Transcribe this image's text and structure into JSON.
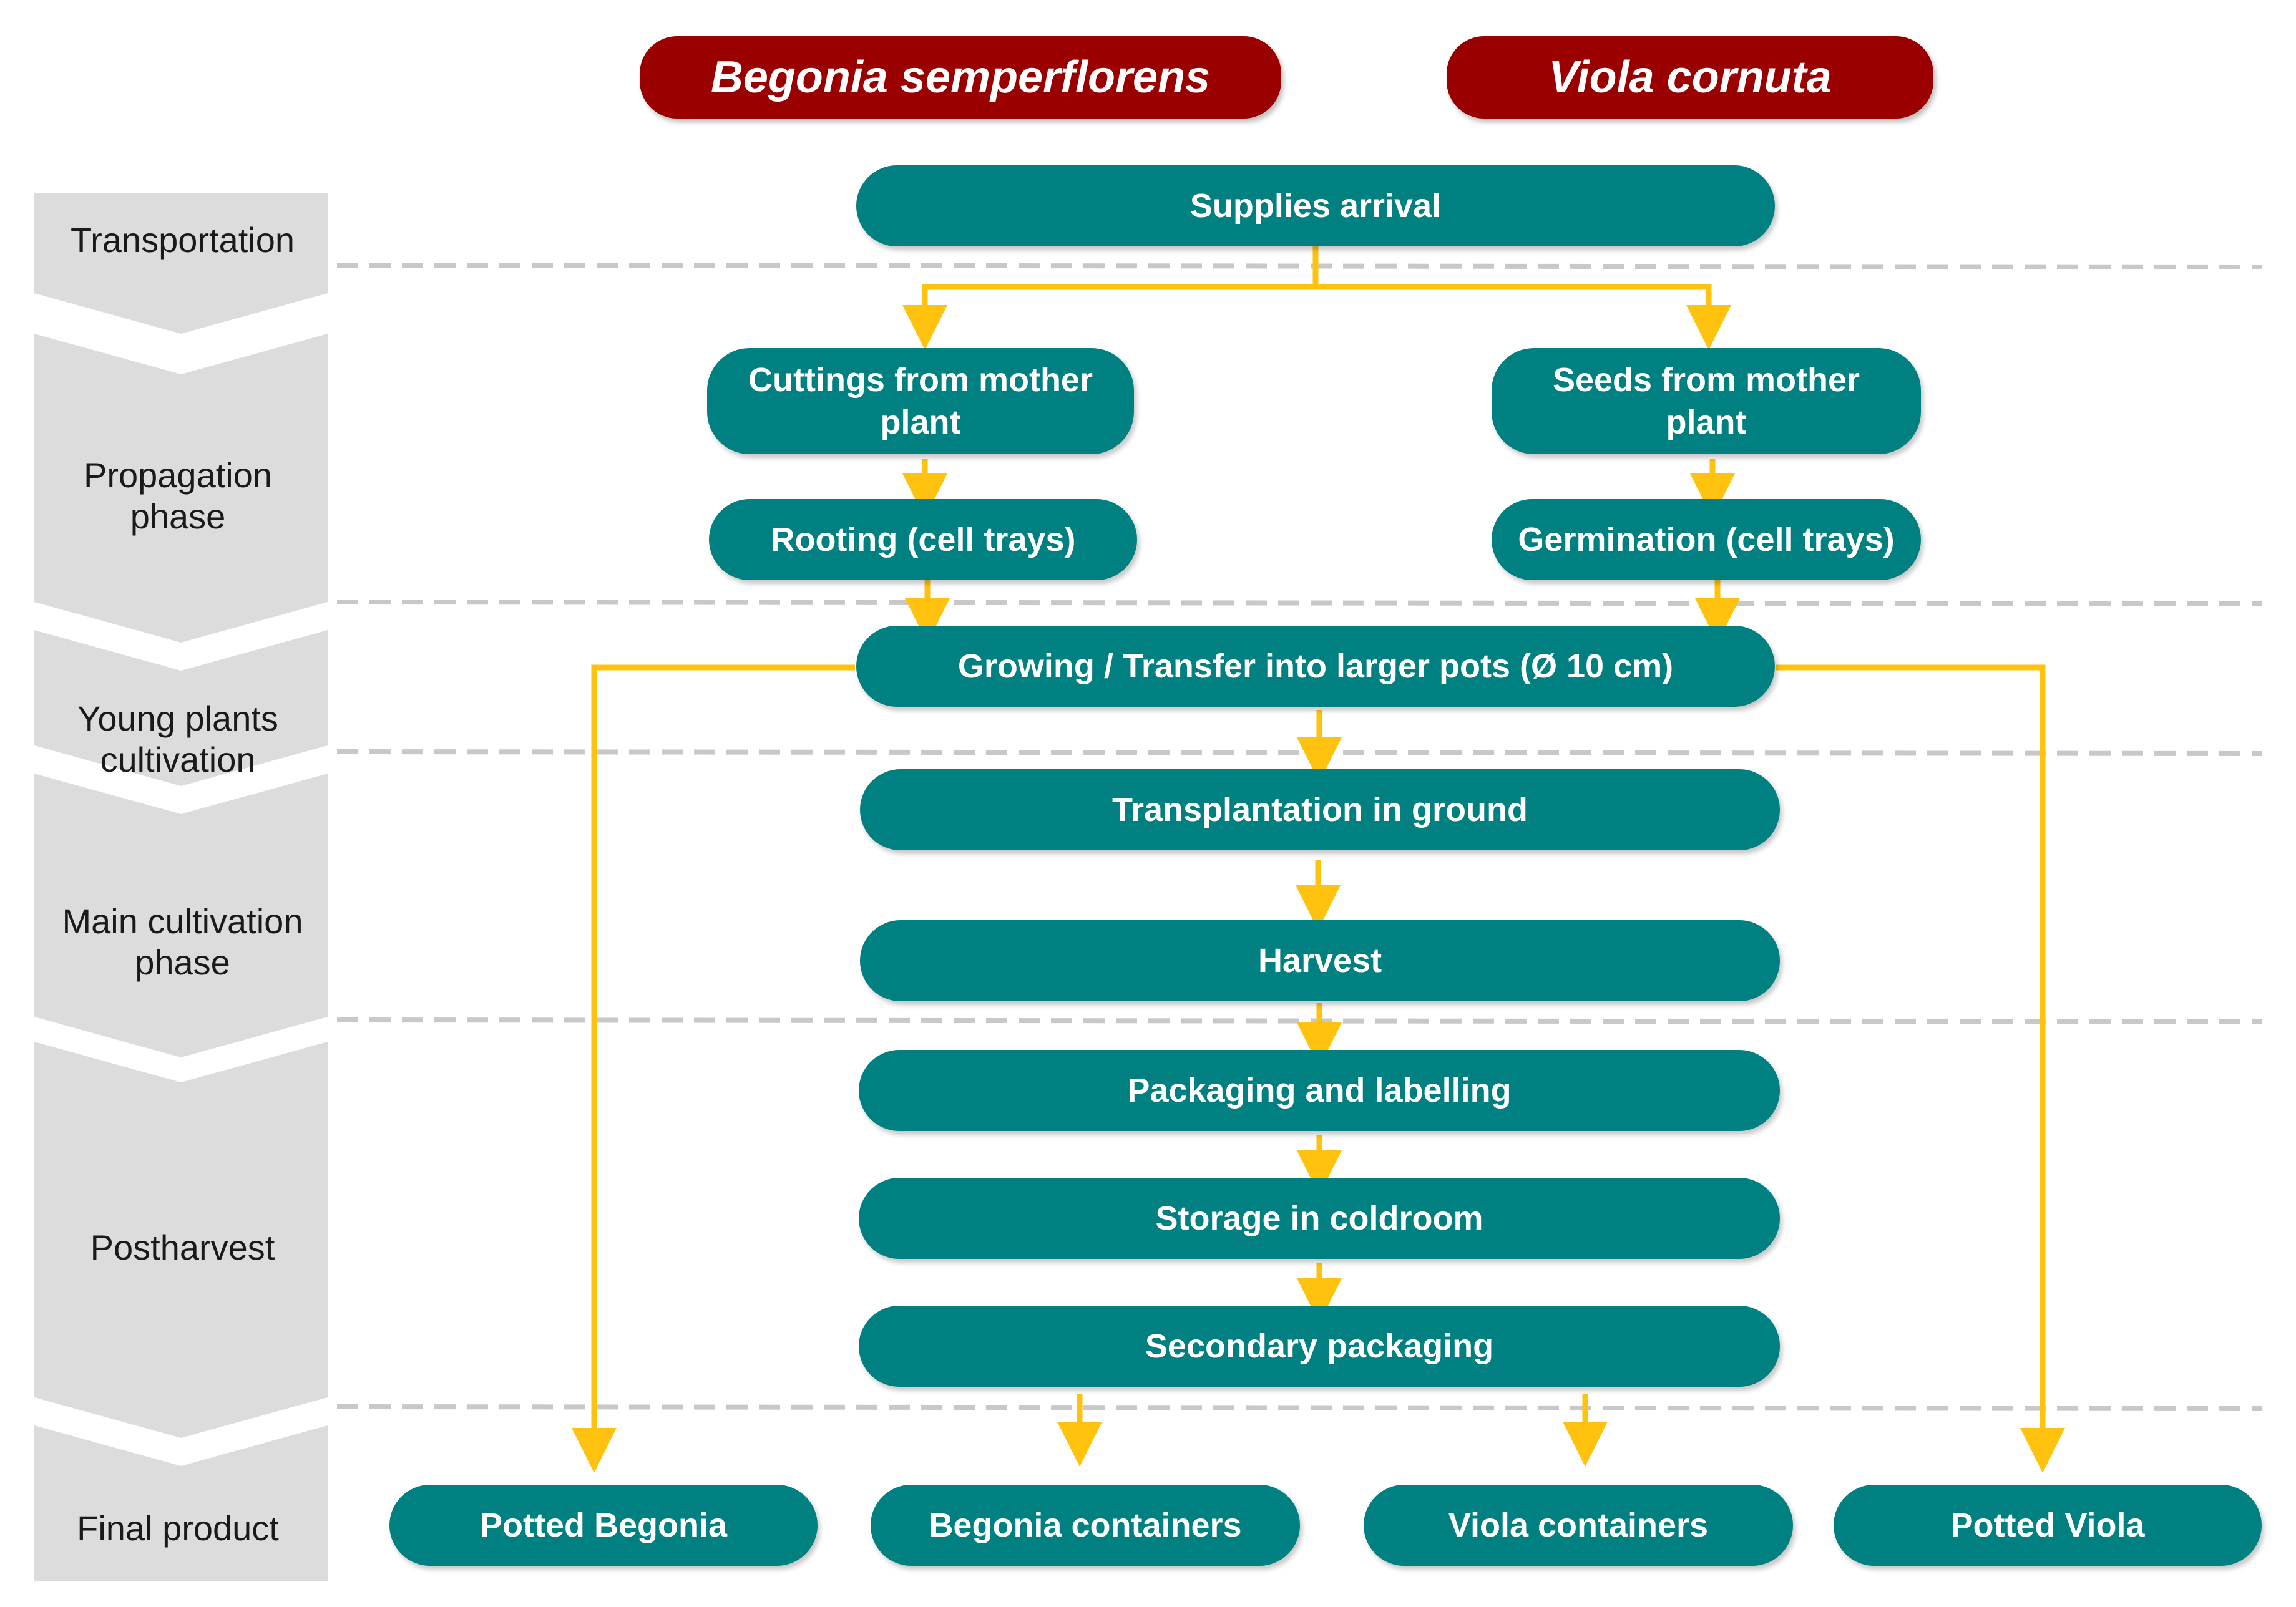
{
  "colors": {
    "species_header": "#9b0000",
    "node": "#008080",
    "arrow": "#ffc20e",
    "phase_band": "#dcdcdc",
    "divider": "#c8c8c8"
  },
  "species": {
    "begonia": "Begonia semperflorens",
    "viola": "Viola cornuta"
  },
  "phases": {
    "transportation": "Transportation",
    "propagation": "Propagation\nphase",
    "young_plants": "Young plants\ncultivation",
    "main_cultivation": "Main cultivation\nphase",
    "postharvest": "Postharvest",
    "final_product": "Final product"
  },
  "nodes": {
    "supplies_arrival": "Supplies arrival",
    "cuttings": "Cuttings from mother plant",
    "seeds": "Seeds from mother plant",
    "rooting": "Rooting (cell trays)",
    "germination": "Germination (cell trays)",
    "growing": "Growing / Transfer into larger pots (Ø 10 cm)",
    "transplantation": "Transplantation in ground",
    "harvest": "Harvest",
    "packaging": "Packaging and labelling",
    "storage": "Storage in coldroom",
    "secondary": "Secondary packaging",
    "potted_begonia": "Potted Begonia",
    "begonia_containers": "Begonia containers",
    "viola_containers": "Viola containers",
    "potted_viola": "Potted Viola"
  }
}
